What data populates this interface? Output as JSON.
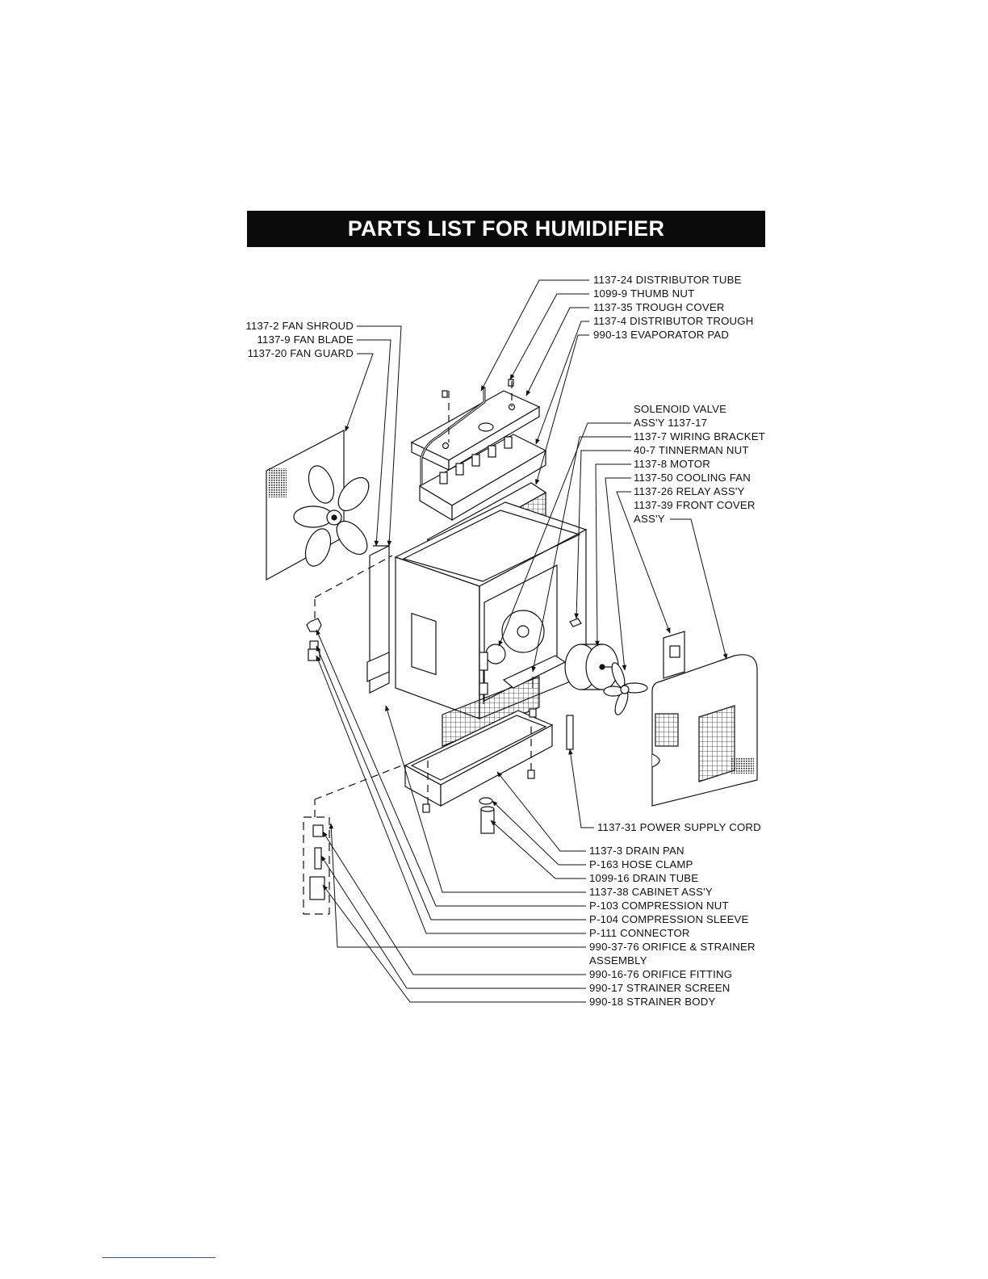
{
  "title": "PARTS LIST FOR HUMIDIFIER",
  "labels_left": [
    "1137-2 FAN SHROUD",
    "1137-9 FAN BLADE",
    "1137-20 FAN GUARD"
  ],
  "labels_top_right": [
    "1137-24 DISTRIBUTOR TUBE",
    "1099-9 THUMB NUT",
    "1137-35 TROUGH COVER",
    "1137-4 DISTRIBUTOR TROUGH",
    "990-13 EVAPORATOR PAD"
  ],
  "labels_mid_right": [
    "SOLENOID VALVE",
    "ASS'Y 1137-17",
    "1137-7 WIRING BRACKET",
    "40-7 TINNERMAN NUT",
    "1137-8 MOTOR",
    "1137-50 COOLING FAN",
    "1137-26 RELAY ASS'Y",
    "1137-39 FRONT COVER",
    "ASS'Y"
  ],
  "label_power_cord": "1137-31 POWER SUPPLY CORD",
  "labels_bottom": [
    "1137-3 DRAIN PAN",
    "P-163 HOSE CLAMP",
    "1099-16 DRAIN TUBE",
    "1137-38 CABINET ASS'Y",
    "P-103 COMPRESSION NUT",
    "P-104 COMPRESSION SLEEVE",
    "P-111 CONNECTOR",
    "990-37-76 ORIFICE & STRAINER",
    "ASSEMBLY",
    "990-16-76 ORIFICE FITTING",
    "990-17 STRAINER SCREEN",
    "990-18 STRAINER BODY"
  ]
}
